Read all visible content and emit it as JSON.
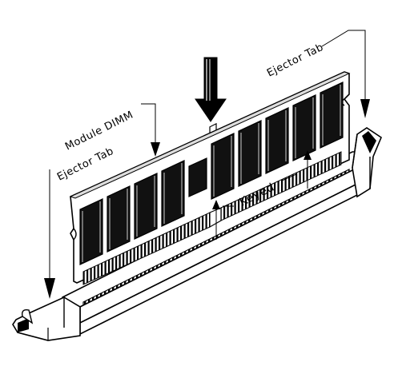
{
  "labels": {
    "ejector_tab_right": "Ejector Tab",
    "module_dimm": "Module DIMM",
    "ejector_tab_left": "Ejector Tab",
    "keyed": "Keyed"
  },
  "colors": {
    "ink": "#000000",
    "paper": "#ffffff",
    "board_gray": "#e6e6e6",
    "chip": "#1a1a1a"
  }
}
